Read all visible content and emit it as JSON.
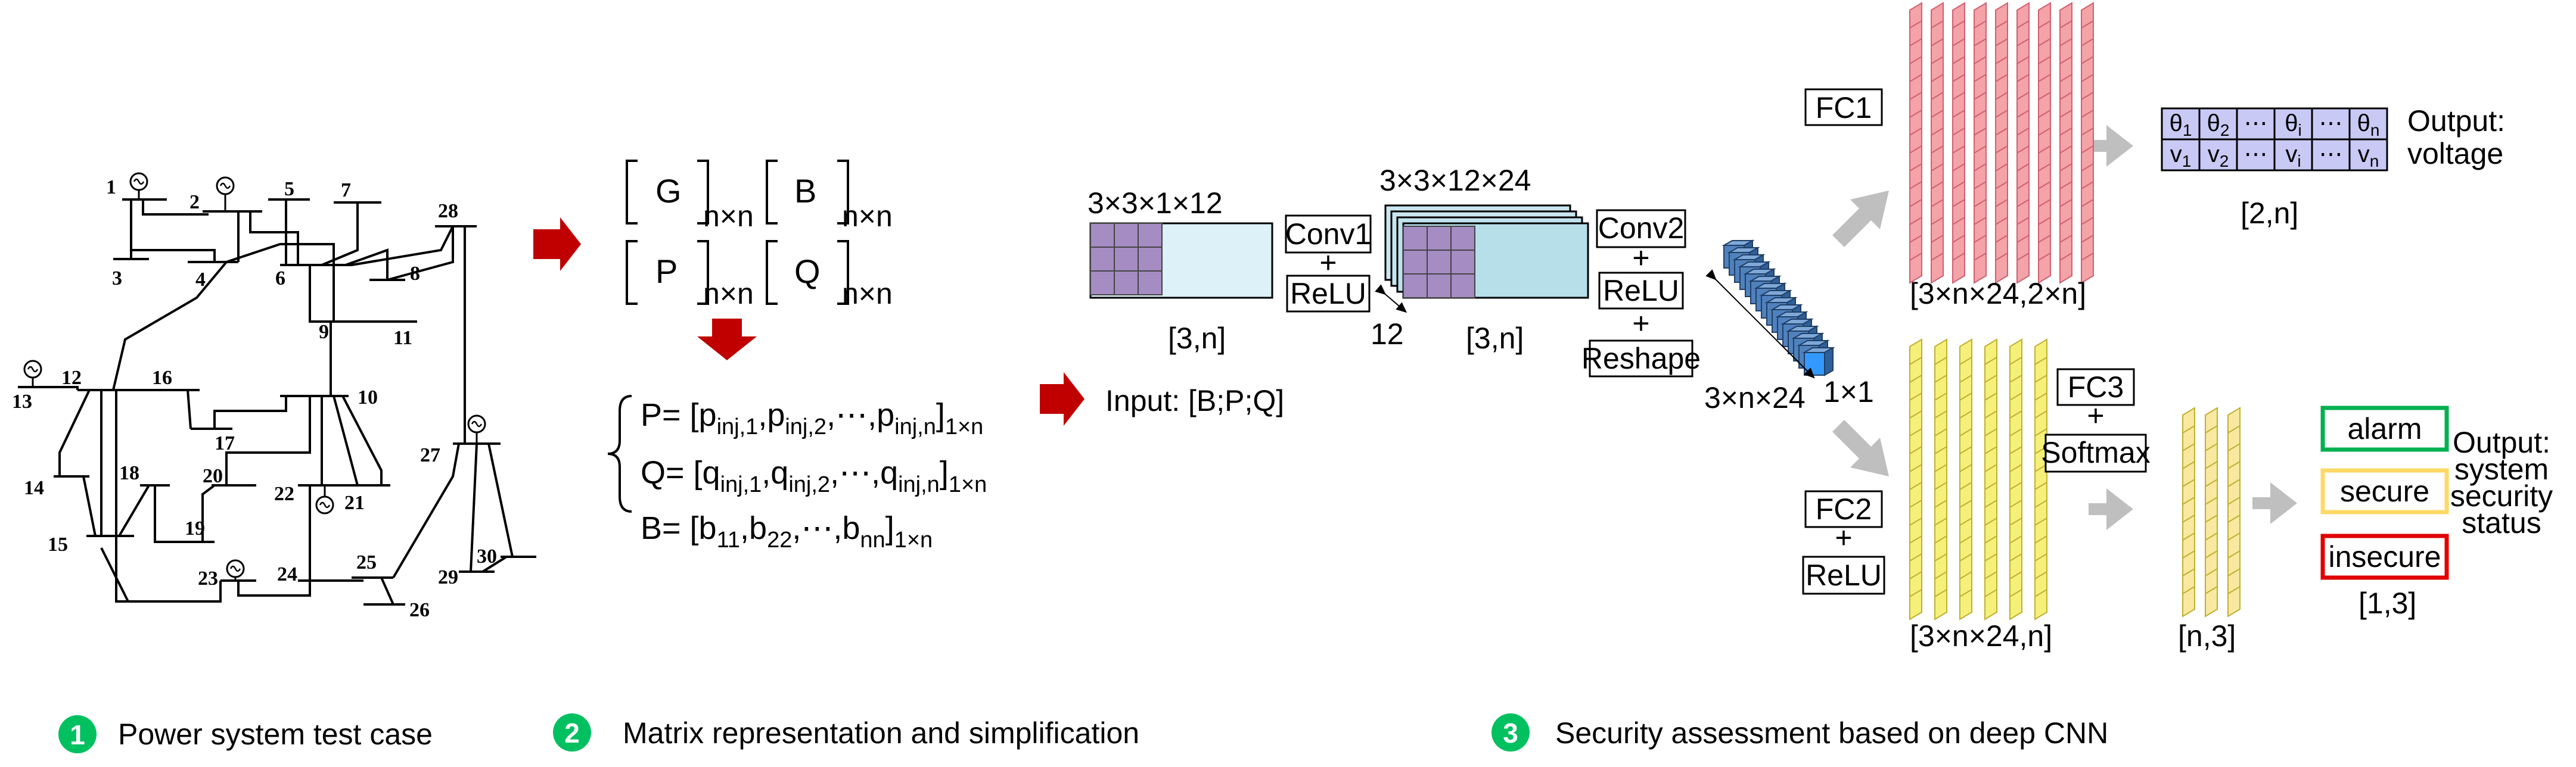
{
  "power_system": {
    "bus_labels": [
      "1",
      "2",
      "3",
      "4",
      "5",
      "6",
      "7",
      "8",
      "9",
      "10",
      "11",
      "12",
      "13",
      "14",
      "15",
      "16",
      "17",
      "18",
      "19",
      "20",
      "21",
      "22",
      "23",
      "24",
      "25",
      "26",
      "27",
      "28",
      "29",
      "30"
    ]
  },
  "matrices": {
    "G": "G",
    "B": "B",
    "P": "P",
    "Q": "Q",
    "size": "n×n"
  },
  "equations": {
    "p": {
      "lhs": "P= [p",
      "t1": "inj,1",
      "c1": ",p",
      "t2": "inj,2",
      "c2": ",⋯,p",
      "t3": "inj,n",
      "c3": "]",
      "dim": "1×n"
    },
    "q": {
      "lhs": "Q= [q",
      "t1": "inj,1",
      "c1": ",q",
      "t2": "inj,2",
      "c2": ",⋯,q",
      "t3": "inj,n",
      "c3": "]",
      "dim": "1×n"
    },
    "b": {
      "lhs": "B= [b",
      "t1": "11",
      "c1": ",b",
      "t2": "22",
      "c2": ",⋯,b",
      "t3": "nn",
      "c3": "]",
      "dim": "1×n"
    }
  },
  "cnn": {
    "input_label": "Input: [B;P;Q]",
    "kernel1": "3×3×1×12",
    "kernel2": "3×3×12×24",
    "conv1_label": "Conv1",
    "conv2_label": "Conv2",
    "plus": "+",
    "relu": "ReLU",
    "reshape": "Reshape",
    "size_3n": "[3,n]",
    "size_12": "12",
    "size_3nx24": "3×n×24",
    "size_1x1": "1×1",
    "fc1": "FC1",
    "fc2": "FC2",
    "fc3": "FC3",
    "softmax": "Softmax",
    "fc1_size": "[3×n×24,2×n]",
    "fc2_size": "[3×n×24,n]",
    "fc3_size": "[n,3]"
  },
  "outputs": {
    "voltage_title_1": "Output:",
    "voltage_title_2": "voltage",
    "theta_row": [
      "θ1",
      "θ2",
      "⋯",
      "θi",
      "⋯",
      "θn"
    ],
    "v_row": [
      "v1",
      "v2",
      "⋯",
      "vi",
      "⋯",
      "vn"
    ],
    "voltage_size": "[2,n]",
    "status_title": [
      "Output:",
      "system",
      "security",
      "status"
    ],
    "status_labels": [
      "alarm",
      "secure",
      "insecure"
    ],
    "status_size": "[1,3]",
    "colors": {
      "alarm": "#00b050",
      "secure": "#ffd966",
      "insecure": "#e00000"
    }
  },
  "steps": [
    {
      "num": "1",
      "label": "Power system test case"
    },
    {
      "num": "2",
      "label": "Matrix representation and simplification"
    },
    {
      "num": "3",
      "label": "Security assessment based on deep CNN"
    }
  ],
  "colors": {
    "arrow_red": "#c00000",
    "step_green": "#00c060",
    "fc_red": "#f4a3a8",
    "fc_yellow": "#f5f07a",
    "voltage_bg": "#c9c9f5",
    "grey_arrow": "#bfbfbf"
  }
}
